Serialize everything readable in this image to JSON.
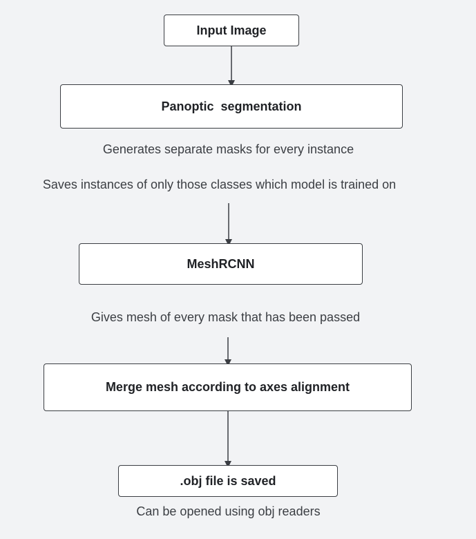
{
  "nodes": {
    "input_image": "Input Image",
    "panoptic": "Panoptic  segmentation",
    "meshrcnn": "MeshRCNN",
    "merge": "Merge mesh according to axes alignment",
    "obj_saved": ".obj file is saved"
  },
  "captions": {
    "generates_masks": "Generates separate masks for every instance",
    "saves_instances": "Saves instances of only those classes which model is trained on",
    "gives_mesh": "Gives mesh of every mask that has been passed",
    "can_be_opened": "Can be opened using obj readers"
  },
  "colors": {
    "background": "#f2f3f5",
    "box_fill": "#ffffff",
    "stroke": "#3a3d42"
  }
}
